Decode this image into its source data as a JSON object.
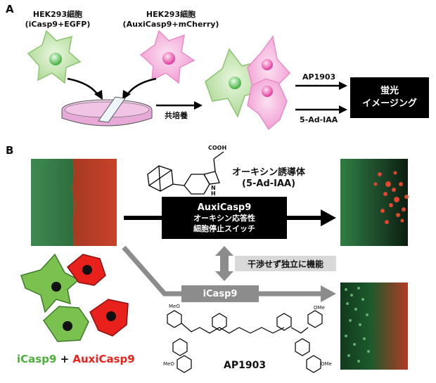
{
  "panel_a": {
    "label": "A",
    "cell_green": {
      "line1": "HEK293細胞",
      "line2": "(iCasp9+EGFP)"
    },
    "cell_pink": {
      "line1": "HEK293細胞",
      "line2": "(AuxiCasp9+mCherry)"
    },
    "coculture": "共培養",
    "arrow_top": "AP1903",
    "arrow_bottom": "5-Ad-IAA",
    "imaging": {
      "line1": "蛍光",
      "line2": "イメージング"
    }
  },
  "panel_b": {
    "label": "B",
    "compound_name": "オーキシン誘導体",
    "compound_code": "(5-Ad-IAA)",
    "cooh": "COOH",
    "nh": "N",
    "nh_h": "H",
    "switch_box": {
      "title": "AuxiCasp9",
      "line1": "オーキシン応答性",
      "line2": "細胞停止スイッチ"
    },
    "independent": "干渉せず独立に機能",
    "icasp_box": "iCasp9",
    "ap1903_label": "AP1903",
    "ome": "OMe",
    "meo": "MeO",
    "legend": {
      "green": "iCasp9",
      "plus": " + ",
      "red": "AuxiCasp9"
    }
  },
  "colors": {
    "green": "#4caf3c",
    "red": "#e8211c",
    "black": "#000000",
    "gray": "#8c8c8c",
    "lightgray": "#d9d9d9"
  }
}
